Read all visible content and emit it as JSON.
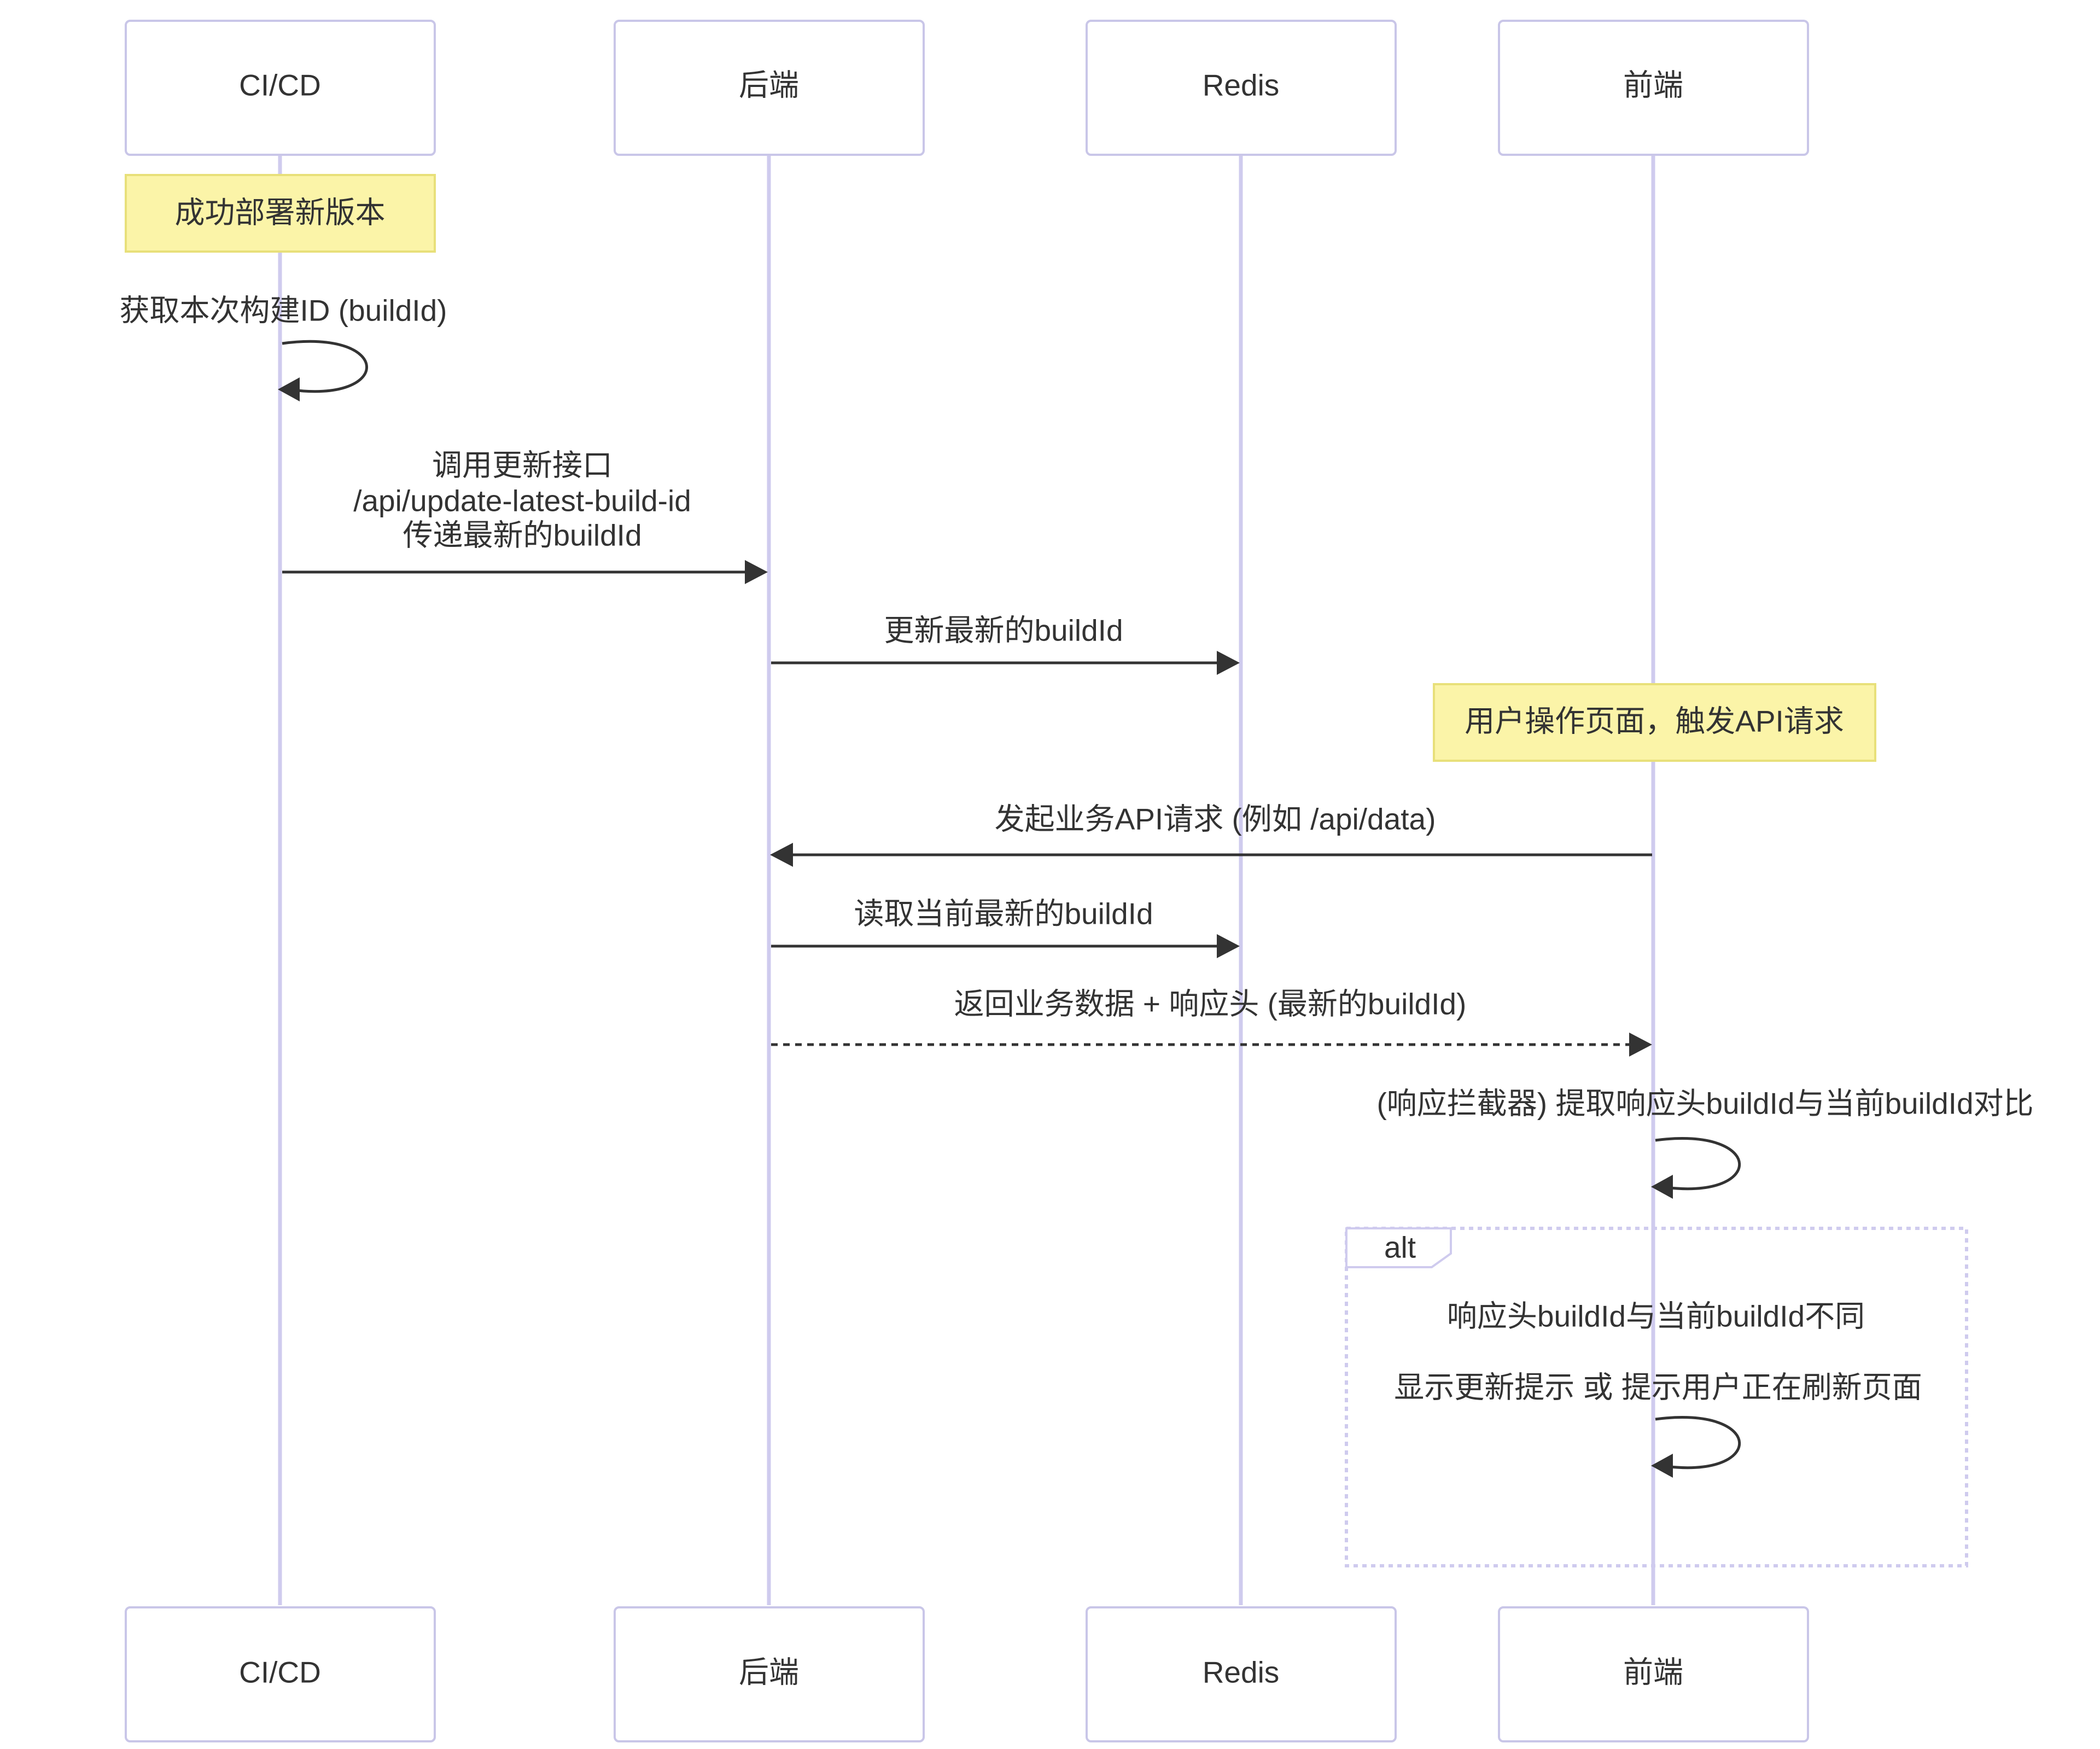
{
  "actors": {
    "cicd": "CI/CD",
    "backend": "后端",
    "redis": "Redis",
    "frontend": "前端"
  },
  "notes": {
    "deploy": "成功部署新版本",
    "user_action": "用户操作页面，触发API请求"
  },
  "messages": {
    "get_build_id": "获取本次构建ID (buildId)",
    "call_update_1": "调用更新接口",
    "call_update_2": "/api/update-latest-build-id",
    "call_update_3": "传递最新的buildId",
    "update_redis": "更新最新的buildId",
    "send_request": "发起业务API请求 (例如 /api/data)",
    "read_redis": "读取当前最新的buildId",
    "return_data": "返回业务数据 + 响应头 (最新的buildId)",
    "compare": "(响应拦截器) 提取响应头buildId与当前buildId对比",
    "show_tip": "显示更新提示 或 提示用户正在刷新页面"
  },
  "alt": {
    "label": "alt",
    "condition": "响应头buildId与当前buildId不同"
  }
}
